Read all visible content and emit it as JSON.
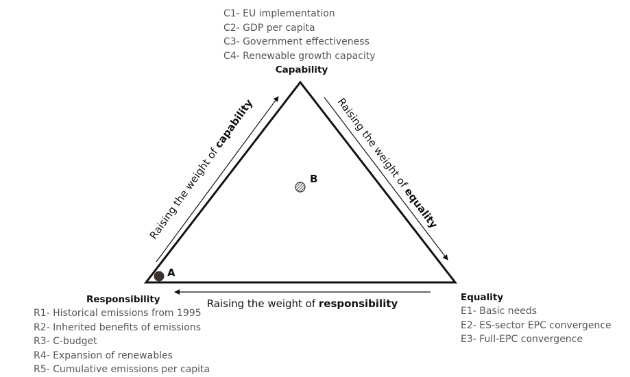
{
  "vertices": {
    "capability": {
      "title": "Capability",
      "items": [
        "C1- EU implementation",
        "C2- GDP per capita",
        "C3- Government effectiveness",
        "C4- Renewable growth capacity"
      ]
    },
    "responsibility": {
      "title": "Responsibility",
      "items": [
        "R1- Historical emissions from 1995",
        "R2- Inherited benefits of emissions",
        "R3- C-budget",
        "R4- Expansion of renewables",
        "R5- Cumulative emissions per capita"
      ]
    },
    "equality": {
      "title": "Equality",
      "items": [
        "E1- Basic needs",
        "E2- ES-sector EPC convergence",
        "E3- Full-EPC convergence"
      ]
    }
  },
  "axes": {
    "capability": {
      "prefix": "Raising the weight of ",
      "emphasis": "capability"
    },
    "equality": {
      "prefix": "Raising the weight of ",
      "emphasis": "equality"
    },
    "responsibility": {
      "prefix": "Raising the weight of ",
      "emphasis": "responsibility"
    }
  },
  "points": {
    "a": {
      "label": "A",
      "color": "#3a3330"
    },
    "b": {
      "label": "B",
      "color": "#555555"
    }
  },
  "colors": {
    "triangle": "#111111",
    "arrow": "#111111",
    "list_text": "#555555"
  }
}
